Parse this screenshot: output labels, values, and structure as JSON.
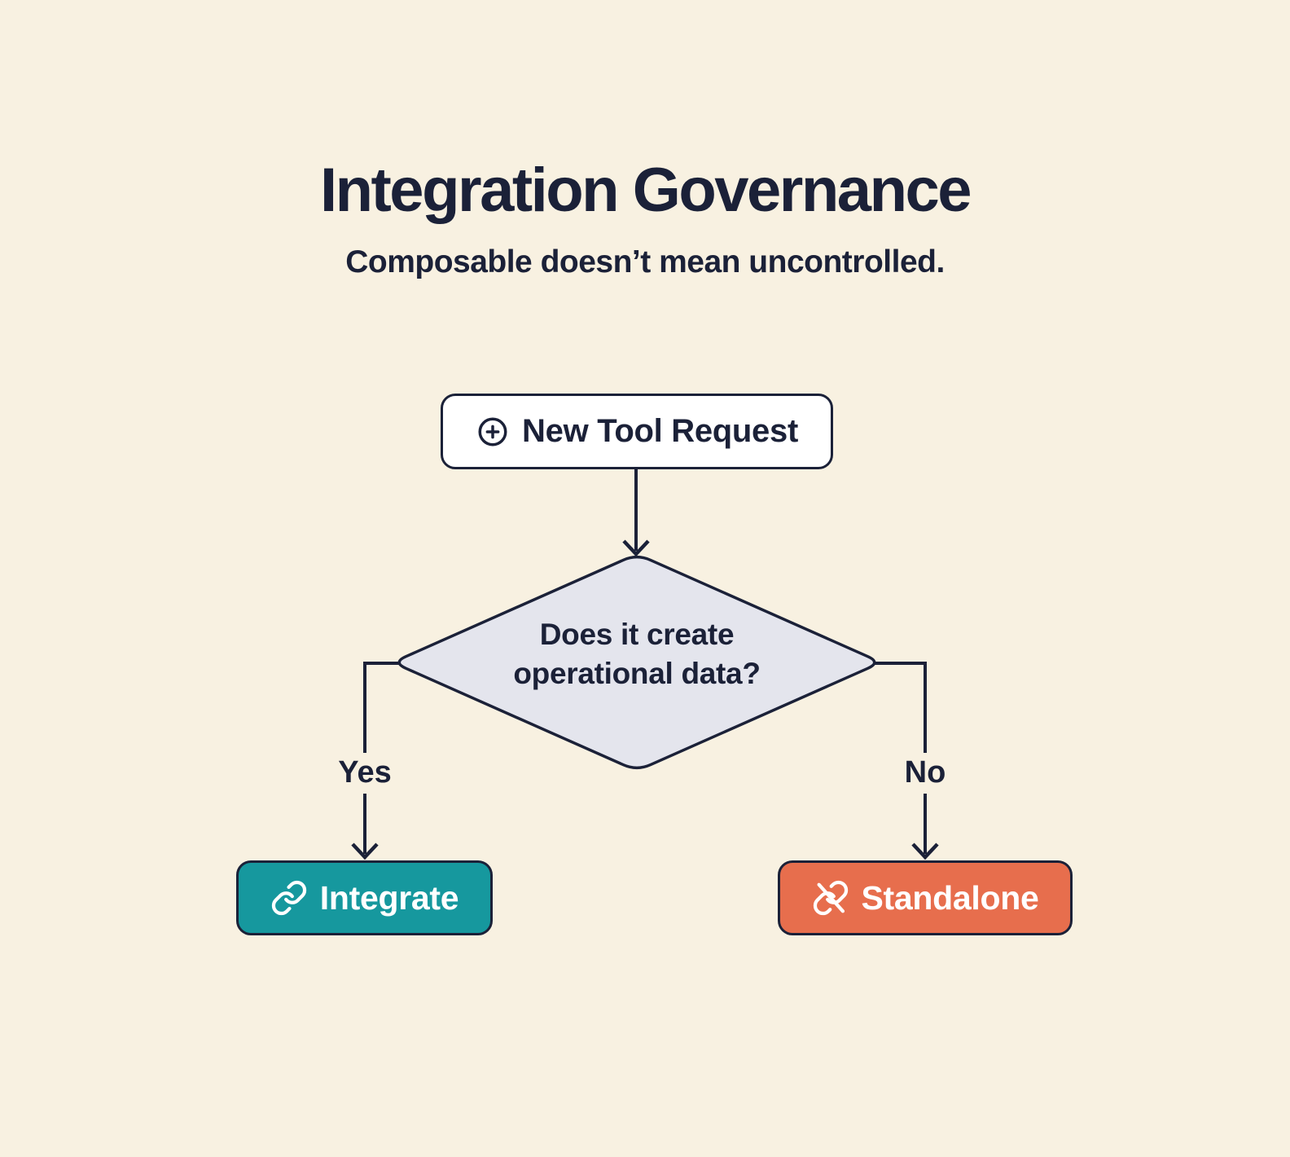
{
  "header": {
    "title": "Integration Governance",
    "subtitle": "Composable doesn’t mean uncontrolled."
  },
  "flow": {
    "start": {
      "label": "New Tool Request",
      "icon": "plus-circle-icon"
    },
    "decision": {
      "question": "Does it create operational data?"
    },
    "branches": {
      "yes_label": "Yes",
      "no_label": "No"
    },
    "outcomes": {
      "integrate": {
        "label": "Integrate",
        "icon": "link-icon",
        "color": "#16989E"
      },
      "standalone": {
        "label": "Standalone",
        "icon": "link-off-icon",
        "color": "#E76E4D"
      }
    }
  },
  "colors": {
    "cream": "#F8F1E1",
    "navy": "#1B2138",
    "teal": "#16989E",
    "orange": "#E76E4D",
    "diamond_fill": "#E4E5ED",
    "white": "#FFFFFF"
  }
}
